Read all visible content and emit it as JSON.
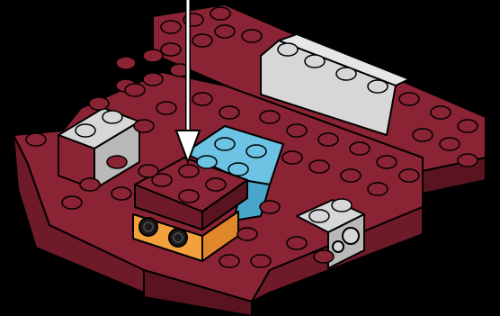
{
  "illustration": {
    "subject": "lego-build-step",
    "colors": {
      "background": "#000000",
      "dark_red_top": "#8a2333",
      "dark_red_side": "#6e1a28",
      "dark_red_shade": "#5a1420",
      "light_gray": "#d7d7d7",
      "light_gray_side": "#b9b9b9",
      "light_blue": "#6cc3e3",
      "light_blue_side": "#4aa6c8",
      "orange": "#f4a13d",
      "orange_side": "#e0872a",
      "arrow": "#ffffff",
      "outline": "#000000"
    },
    "parts": [
      {
        "name": "base-plate",
        "color": "dark-red"
      },
      {
        "name": "gray-slope-back",
        "color": "light-gray"
      },
      {
        "name": "gray-brick-left",
        "color": "light-gray"
      },
      {
        "name": "gray-brick-right",
        "color": "light-gray"
      },
      {
        "name": "blue-plate",
        "color": "light-blue"
      },
      {
        "name": "orange-eyes-brick",
        "color": "orange"
      }
    ],
    "arrow": {
      "direction": "down",
      "target": "dark-red-brick-on-blue-plate"
    }
  }
}
